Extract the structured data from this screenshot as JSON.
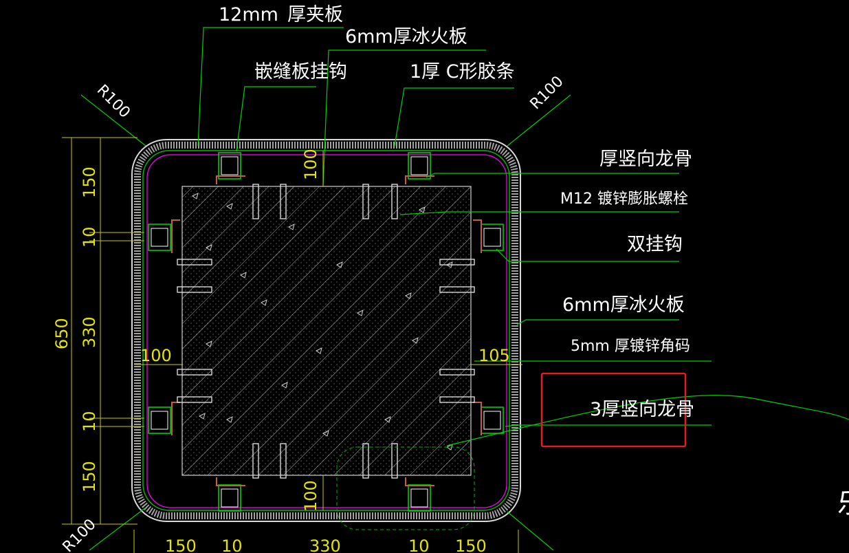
{
  "labels": {
    "clip_board_thickness": "12mm",
    "clip_board": "厚夹板",
    "fireproof_board_top": "6mm厚冰火板",
    "caulk_hook": "嵌缝板挂钩",
    "c_strip": "1厚 C形胶条",
    "vertical_keel_top": "厚竖向龙骨",
    "m12_bolt": "M12 镀锌膨胀螺栓",
    "double_hook": "双挂钩",
    "fireproof_board_right": "6mm厚冰火板",
    "angle_code": "5mm 厚镀锌角码",
    "vertical_keel_3mm": "3厚竖向龙骨"
  },
  "radii": {
    "top_left": "R100",
    "top_right": "R100",
    "bottom_left": "R100"
  },
  "dimensions": {
    "left_total": "650",
    "left_segments": [
      "150",
      "10",
      "330",
      "10",
      "150"
    ],
    "bottom_segments": [
      "150",
      "10",
      "330",
      "10",
      "150"
    ],
    "gap_top": "100",
    "gap_bottom": "100",
    "gap_left": "100",
    "gap_right": "105"
  },
  "colors": {
    "background": "#000000",
    "text": "#ffffff",
    "dimension": "#e4e400",
    "leader": "#00d000",
    "board": "#d8d8d8",
    "inner_line": "#ff00ff",
    "highlight_box": "#e02020"
  },
  "edge_glyph": "乐"
}
